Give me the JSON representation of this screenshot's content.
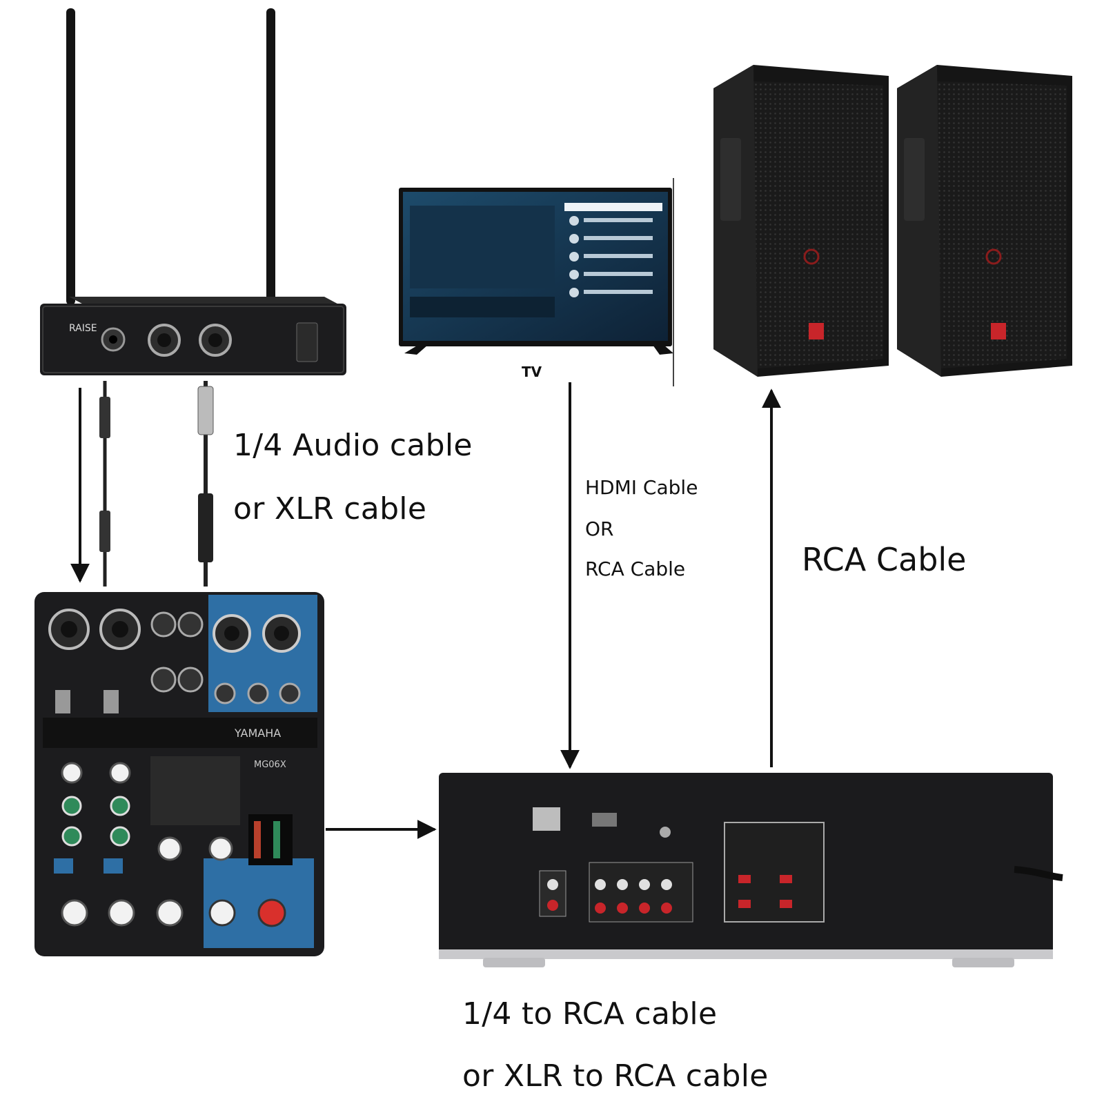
{
  "labels": {
    "tv": "TV",
    "receiver_cable_line1": "1/4 Audio cable",
    "receiver_cable_line2": "or XLR cable",
    "tv_cable_line1": "HDMI Cable",
    "tv_cable_line2": "OR",
    "tv_cable_line3": "RCA Cable",
    "speaker_cable": "RCA Cable",
    "mixer_cable_line1": "1/4 to RCA cable",
    "mixer_cable_line2": "or XLR to RCA cable"
  },
  "devices": {
    "receiver_brand": "RAISE",
    "mixer_brand": "YAMAHA",
    "mixer_model": "MG06X"
  },
  "colors": {
    "arrow": "#111111",
    "mixer_accent": "#2e6fa5",
    "device_body": "#1c1c1e",
    "tv_screen": "#1b3d57"
  }
}
